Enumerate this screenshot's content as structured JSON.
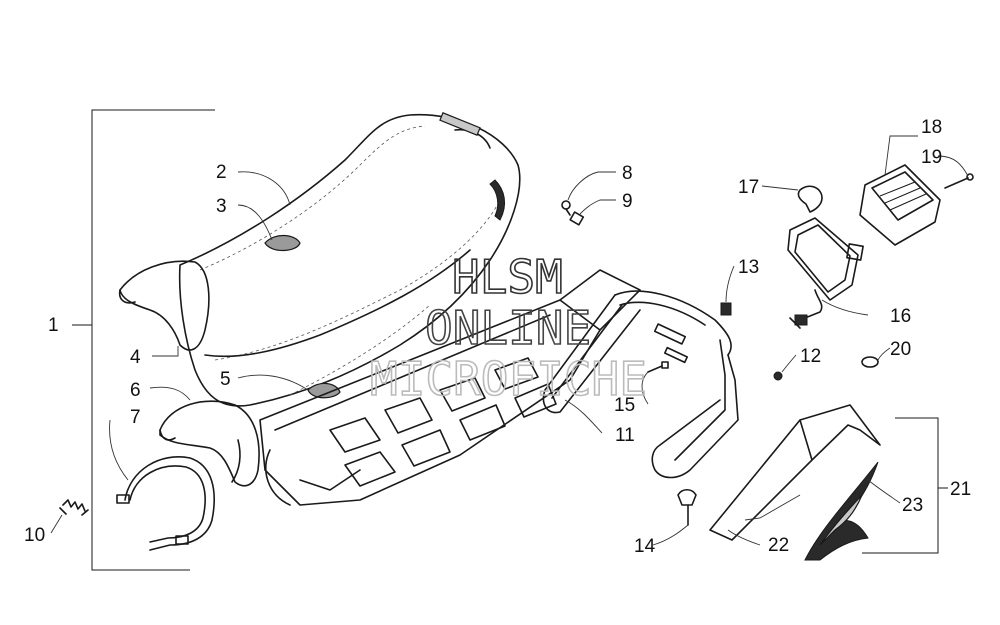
{
  "callouts": {
    "c1": "1",
    "c2": "2",
    "c3": "3",
    "c4": "4",
    "c5": "5",
    "c6": "6",
    "c7": "7",
    "c8": "8",
    "c9": "9",
    "c10": "10",
    "c11": "11",
    "c12": "12",
    "c13": "13",
    "c14": "14",
    "c15": "15",
    "c16": "16",
    "c17": "17",
    "c18": "18",
    "c19": "19",
    "c20": "20",
    "c21": "21",
    "c22": "22",
    "c23": "23"
  },
  "watermark": {
    "line1": "HLSM",
    "line2": "ONLINE",
    "line3": "MICROFICHE"
  },
  "colors": {
    "ink": "#1a1a1a",
    "watermark_line1": "#333333",
    "watermark_line2": "#444444",
    "watermark_line3": "#bbbbbb"
  }
}
